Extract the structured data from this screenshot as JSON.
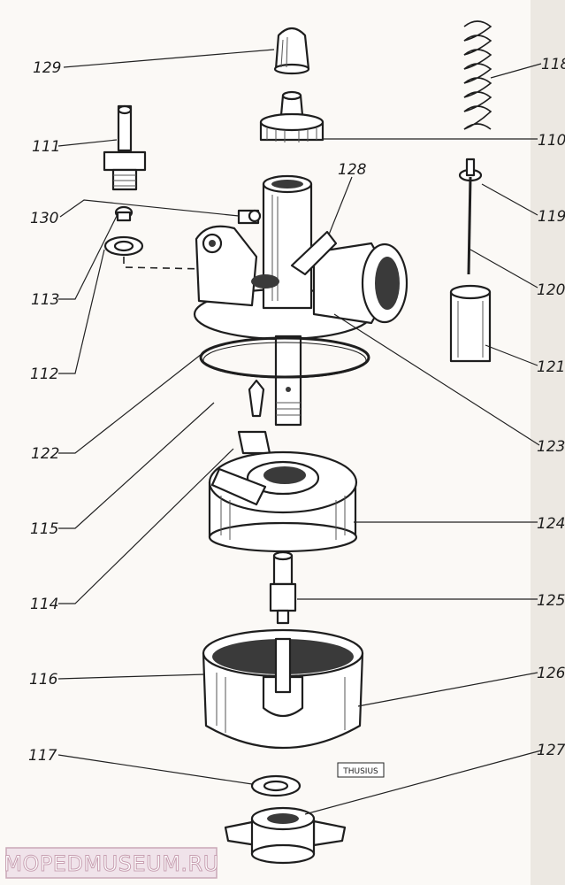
{
  "labels": [
    {
      "id": "129",
      "text": "129"
    },
    {
      "id": "118",
      "text": "118"
    },
    {
      "id": "111",
      "text": "111"
    },
    {
      "id": "110",
      "text": "110"
    },
    {
      "id": "128",
      "text": "128"
    },
    {
      "id": "130",
      "text": "130"
    },
    {
      "id": "119",
      "text": "119"
    },
    {
      "id": "113",
      "text": "113"
    },
    {
      "id": "120",
      "text": "120"
    },
    {
      "id": "112",
      "text": "112"
    },
    {
      "id": "121",
      "text": "121"
    },
    {
      "id": "122",
      "text": "122"
    },
    {
      "id": "123",
      "text": "123"
    },
    {
      "id": "115",
      "text": "115"
    },
    {
      "id": "124",
      "text": "124"
    },
    {
      "id": "114",
      "text": "114"
    },
    {
      "id": "125",
      "text": "125"
    },
    {
      "id": "116",
      "text": "116"
    },
    {
      "id": "126",
      "text": "126"
    },
    {
      "id": "117",
      "text": "117"
    },
    {
      "id": "127",
      "text": "127"
    }
  ],
  "brand_stamp": "THUSIUS",
  "watermark": "MOPEDMUSEUM.RU"
}
